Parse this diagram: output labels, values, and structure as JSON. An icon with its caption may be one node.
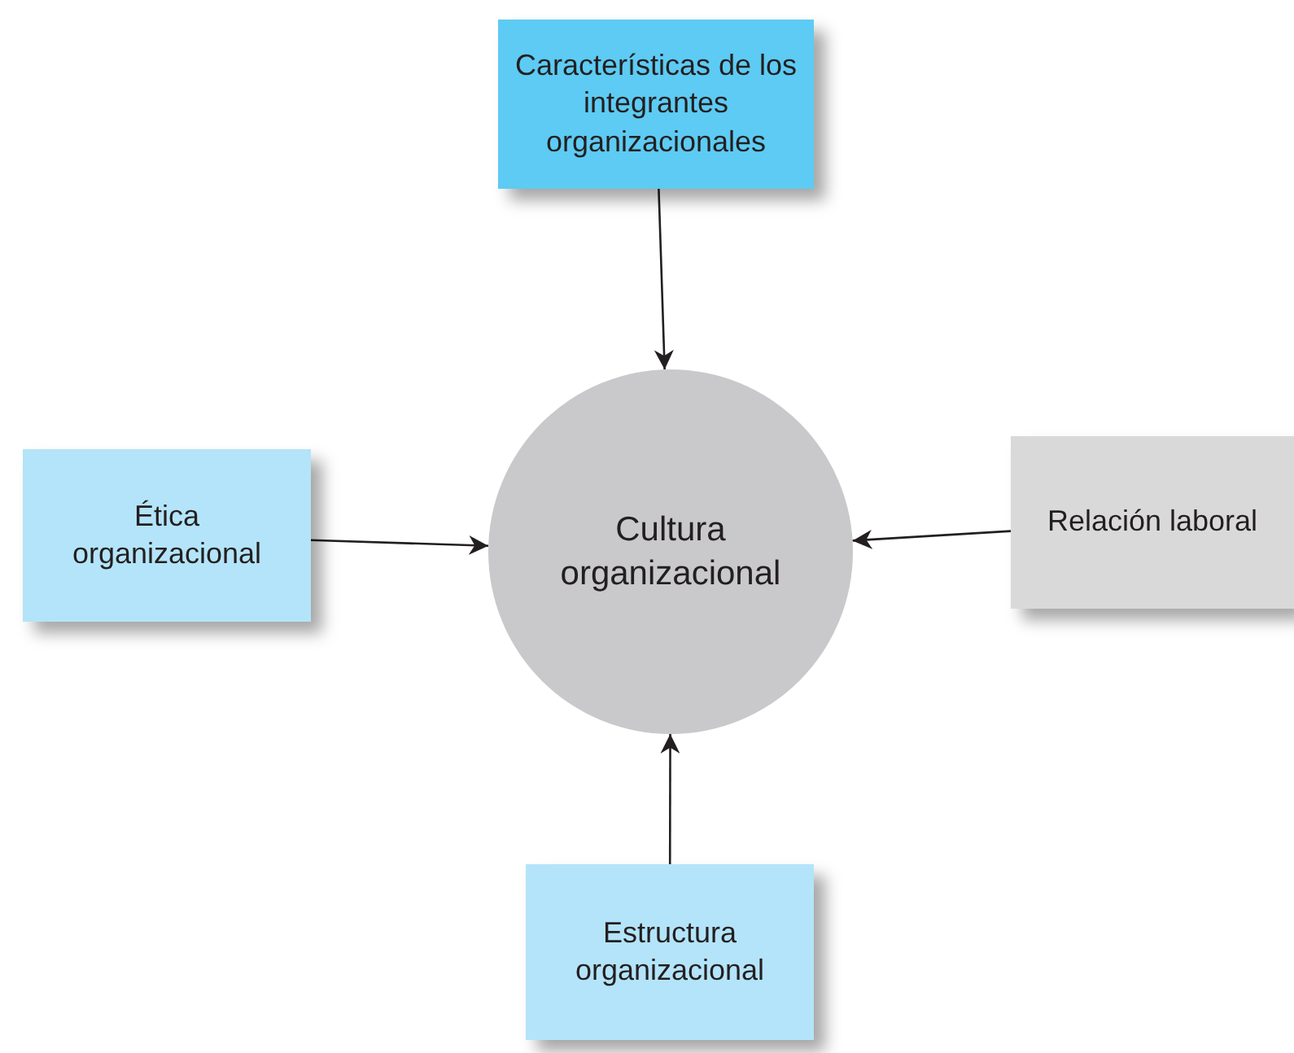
{
  "diagram": {
    "nodes": [
      {
        "text": [
          "Cultura organizacional"
        ]
      },
      {
        "text": [
          "Características de los integrantes organizacionales"
        ]
      },
      {
        "text": [
          "Ética organizacional"
        ]
      },
      {
        "text": [
          "Relación laboral"
        ]
      },
      {
        "text": [
          "Estructura organizacional"
        ]
      }
    ],
    "edges": [
      {
        "from": 1,
        "to": 0,
        "arrow": "to"
      },
      {
        "from": 2,
        "to": 0,
        "arrow": "to"
      },
      {
        "from": 3,
        "to": 0,
        "arrow": "to"
      },
      {
        "from": 4,
        "to": 0,
        "arrow": "to"
      }
    ]
  }
}
